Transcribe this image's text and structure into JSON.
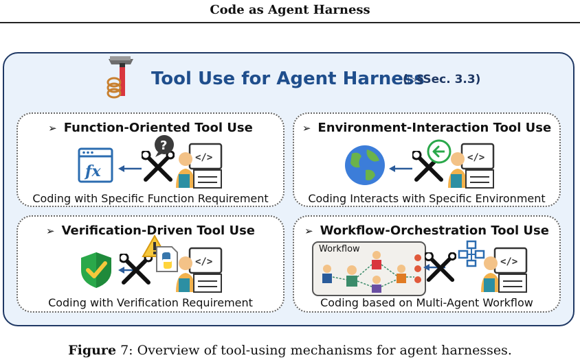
{
  "header": {
    "running_title": "Code as Agent Harness"
  },
  "panel": {
    "title": "Tool Use for Agent Harness",
    "section_ref": "(▷§Sec. 3.3)"
  },
  "quadrants": [
    {
      "title": "Function-Oriented Tool Use",
      "caption": "Coding with Specific Function Requirement"
    },
    {
      "title": "Environment-Interaction Tool Use",
      "caption": "Coding Interacts with Specific Environment"
    },
    {
      "title": "Verification-Driven Tool Use",
      "caption": "Coding with Verification Requirement"
    },
    {
      "title": "Workflow-Orchestration Tool Use",
      "caption": "Coding based on Multi-Agent Workflow",
      "workflow_label": "Workflow"
    }
  ],
  "caption": {
    "label": "Figure",
    "number": "7",
    "text": ": Overview of tool-using mechanisms for agent harnesses."
  },
  "icon_names": [
    "pickaxe-rope-icon",
    "function-window-icon",
    "question-bubble-icon",
    "wrench-screwdriver-icon",
    "coder-at-computer-icon",
    "globe-icon",
    "arrow-back-circle-icon",
    "shield-check-icon",
    "warning-triangle-icon",
    "python-document-icon",
    "flowchart-icon",
    "multi-agent-workflow-icon"
  ],
  "colors": {
    "title_blue": "#1f4e8c",
    "panel_border": "#1f3864",
    "panel_fill": "#eaf2fb",
    "arrow_blue": "#2a5b9a"
  }
}
